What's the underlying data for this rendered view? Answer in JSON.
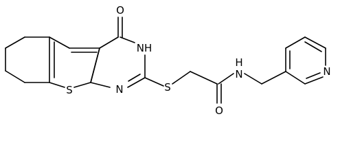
{
  "molecule": {
    "atoms": {
      "O_carbonyl_top": "O",
      "NH_ring": "NH",
      "N_ring": "N",
      "S_thiophene": "S",
      "S_thioether": "S",
      "O_amide": "O",
      "N_amide": "N",
      "H_amide": "H",
      "N_pyridine": "N"
    },
    "colors": {
      "bond": "#000000",
      "label": "#000000",
      "background": "#ffffff"
    }
  }
}
